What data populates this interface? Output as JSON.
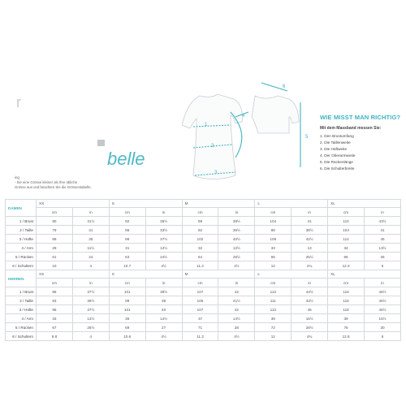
{
  "brand": {
    "letter": "r",
    "word": "belle"
  },
  "tip": {
    "line1": "ing",
    "line2": "- Sie eine Grösse kleiner als Ihre übliche",
    "line3": "Grösse aus und beachten Sie die Grössentabelle."
  },
  "instructions": {
    "title": "WIE MISST MAN RICHTIG?",
    "subtitle": "Mit dem Massband messen Sie:",
    "items": [
      "1. Den Brustumfang",
      "2. Die Taillenweite",
      "3. Die Hüftweite",
      "4. Der Oberarmweite",
      "5. Die Rückenlänge",
      "6. Die Schulterbreite"
    ]
  },
  "diagram_labels": [
    "1",
    "2",
    "3",
    "4",
    "5",
    "6"
  ],
  "colors": {
    "accent": "#3fb3c0",
    "border": "#d5d9dc",
    "text": "#444444"
  },
  "tables": {
    "damen": {
      "category": "DAMEN",
      "sizes": [
        "XS",
        "S",
        "M",
        "L",
        "XL"
      ],
      "units": [
        "cm",
        "in"
      ],
      "rows": [
        {
          "label": "1 / Brust",
          "values": [
            "80",
            "31½",
            "92",
            "36½",
            "98",
            "38½",
            "104",
            "41",
            "110",
            "43½"
          ]
        },
        {
          "label": "2 / Taille",
          "values": [
            "79",
            "31",
            "86",
            "33½",
            "92",
            "36½",
            "98",
            "38½",
            "104",
            "41"
          ]
        },
        {
          "label": "3 / Hüfte",
          "values": [
            "89",
            "35",
            "96",
            "37½",
            "102",
            "40½",
            "108",
            "42½",
            "114",
            "45"
          ]
        },
        {
          "label": "4 / Arm",
          "values": [
            "29",
            "11½",
            "31",
            "12½",
            "32",
            "12½",
            "33",
            "13",
            "34",
            "13½"
          ]
        },
        {
          "label": "5 / Rücken",
          "values": [
            "61",
            "24",
            "63",
            "24½",
            "64",
            "25½",
            "65",
            "25½",
            "66",
            "26"
          ]
        },
        {
          "label": "6 / Schultern",
          "values": [
            "10",
            "4",
            "10.7",
            "4½",
            "11.4",
            "4½",
            "12",
            "4¾",
            "12.3",
            "5"
          ]
        }
      ]
    },
    "herren": {
      "category": "HERREN",
      "sizes": [
        "XS",
        "S",
        "M",
        "L",
        "XL"
      ],
      "units": [
        "cm",
        "in"
      ],
      "rows": [
        {
          "label": "1 / Brust",
          "values": [
            "95",
            "37½",
            "101",
            "39½",
            "107",
            "42",
            "113",
            "44½",
            "118",
            "46½"
          ]
        },
        {
          "label": "2 / Taille",
          "values": [
            "93",
            "36½",
            "99",
            "39",
            "105",
            "41½",
            "111",
            "43½",
            "116",
            "45½"
          ]
        },
        {
          "label": "3 / Hüfte",
          "values": [
            "95",
            "37½",
            "101",
            "40",
            "107",
            "42",
            "113",
            "45",
            "118",
            "46½"
          ]
        },
        {
          "label": "4 / Arm",
          "values": [
            "33",
            "13½",
            "36",
            "14½",
            "37",
            "14½",
            "39",
            "15½",
            "39",
            "15½"
          ]
        },
        {
          "label": "5 / Rücken",
          "values": [
            "67",
            "26½",
            "69",
            "27",
            "71",
            "28",
            "72",
            "28½",
            "76",
            "30"
          ]
        },
        {
          "label": "6 / Schultern",
          "values": [
            "9.8",
            "4",
            "10.6",
            "4½",
            "11.3",
            "4½",
            "12",
            "4¾",
            "12.8",
            "5"
          ]
        }
      ]
    }
  }
}
